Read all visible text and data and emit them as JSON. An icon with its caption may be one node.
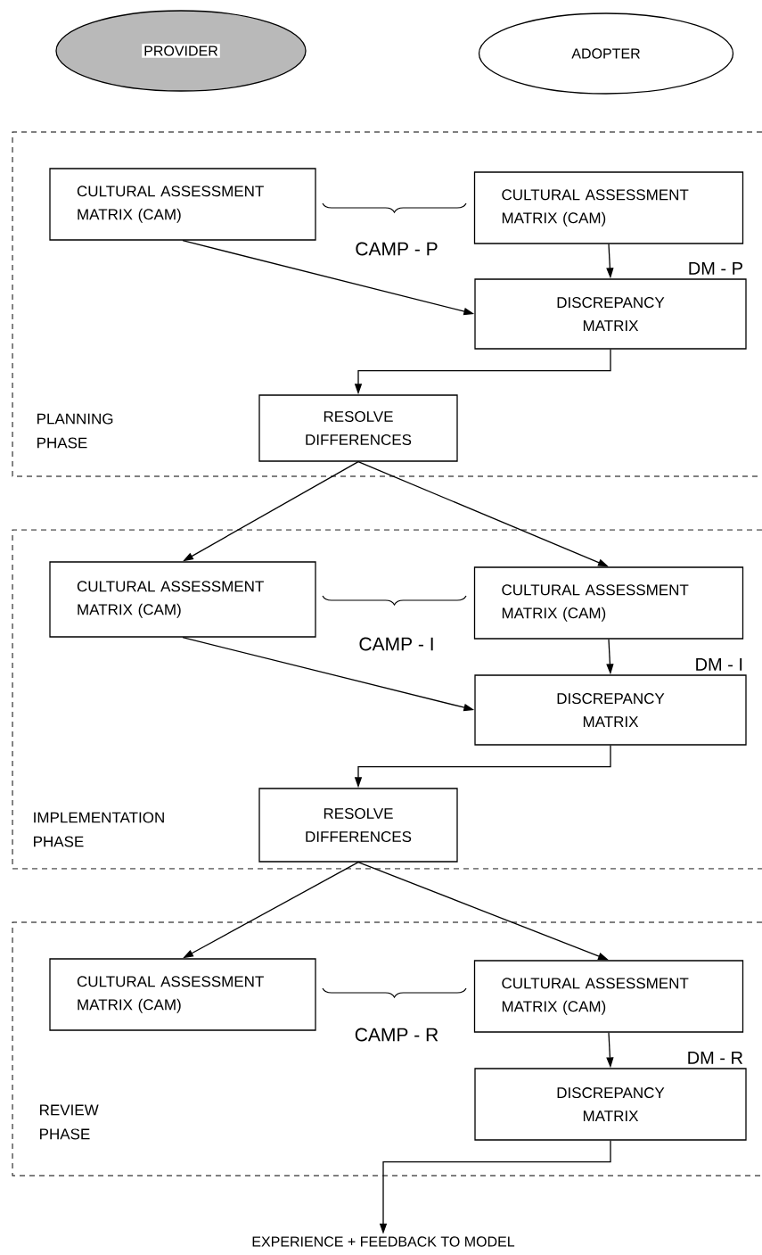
{
  "diagram": {
    "nodes": [
      {
        "text": [
          "PROVIDER"
        ]
      },
      {
        "text": [
          "ADOPTER"
        ]
      },
      {
        "text": [
          "PLANNING PHASE"
        ]
      },
      {
        "text": [
          "CULTURAL ASSESSMENT MATRIX (CAM)"
        ],
        "in": 2
      },
      {
        "text": [
          "CULTURAL ASSESSMENT MATRIX (CAM)"
        ],
        "in": 2
      },
      {
        "text": [
          "DISCREPANCY MATRIX"
        ],
        "in": 2,
        "beside": [
          "DM - P"
        ]
      },
      {
        "text": [
          "RESOLVE DIFFERENCES"
        ],
        "in": 2
      },
      {
        "text": [
          "IMPLEMENTATION PHASE"
        ]
      },
      {
        "text": [
          "CULTURAL ASSESSMENT MATRIX (CAM)"
        ],
        "in": 7
      },
      {
        "text": [
          "CULTURAL ASSESSMENT MATRIX (CAM)"
        ],
        "in": 7
      },
      {
        "text": [
          "DISCREPANCY MATRIX"
        ],
        "in": 7,
        "beside": [
          "DM - I"
        ]
      },
      {
        "text": [
          "RESOLVE DIFFERENCES"
        ],
        "in": 7
      },
      {
        "text": [
          "REVIEW PHASE"
        ]
      },
      {
        "text": [
          "CULTURAL ASSESSMENT MATRIX (CAM)"
        ],
        "in": 12
      },
      {
        "text": [
          "CULTURAL ASSESSMENT MATRIX (CAM)"
        ],
        "in": 12
      },
      {
        "text": [
          "DISCREPANCY MATRIX"
        ],
        "in": 12,
        "beside": [
          "DM - R"
        ]
      },
      {
        "text": [
          "EXPERIENCE + FEEDBACK TO MODEL"
        ]
      }
    ],
    "edges": [
      {
        "from": 3,
        "to": 5,
        "arrow": "to"
      },
      {
        "from": 4,
        "to": 5,
        "arrow": "to"
      },
      {
        "from": 5,
        "to": 6,
        "arrow": "to"
      },
      {
        "from": 6,
        "to": 8,
        "arrow": "to"
      },
      {
        "from": 6,
        "to": 9,
        "arrow": "to"
      },
      {
        "from": 8,
        "to": 10,
        "arrow": "to"
      },
      {
        "from": 9,
        "to": 10,
        "arrow": "to"
      },
      {
        "from": 10,
        "to": 11,
        "arrow": "to"
      },
      {
        "from": 11,
        "to": 13,
        "arrow": "to"
      },
      {
        "from": 11,
        "to": 14,
        "arrow": "to"
      },
      {
        "from": 14,
        "to": 15,
        "arrow": "to"
      },
      {
        "from": 15,
        "to": 16,
        "arrow": "to"
      }
    ],
    "labels": [
      "CAMP - P",
      "CAMP - I",
      "CAMP - R"
    ]
  }
}
